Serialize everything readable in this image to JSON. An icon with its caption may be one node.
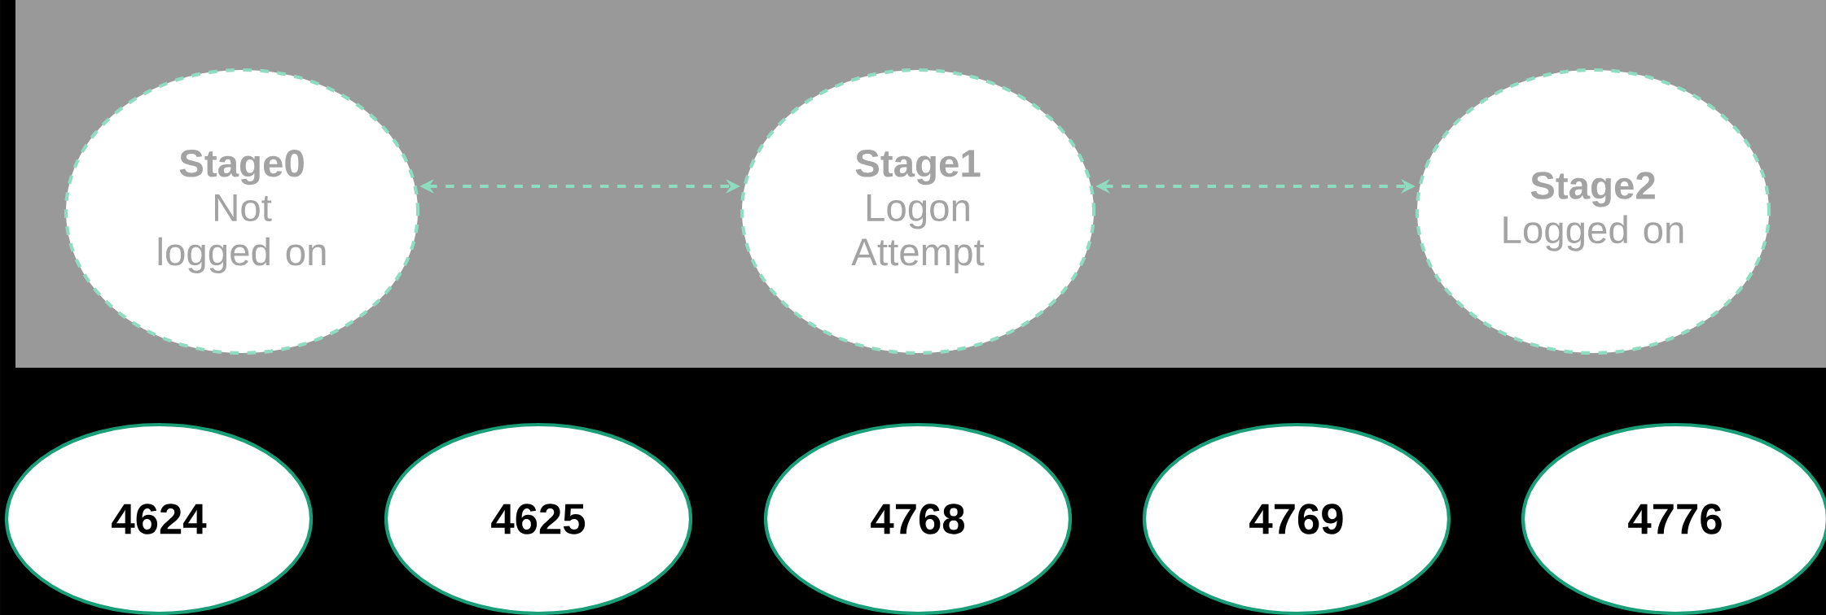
{
  "diagram": {
    "nodes": [
      {
        "text": [
          "Stage0",
          "Not logged on"
        ]
      },
      {
        "text": [
          "Stage1",
          "Logon Attempt"
        ]
      },
      {
        "text": [
          "Stage2",
          "Logged on"
        ]
      },
      {
        "text": [
          "4624"
        ]
      },
      {
        "text": [
          "4625"
        ]
      },
      {
        "text": [
          "4768"
        ]
      },
      {
        "text": [
          "4769"
        ]
      },
      {
        "text": [
          "4776"
        ]
      }
    ],
    "edges": [
      {
        "from": 0,
        "to": 1,
        "arrow": "both",
        "style": "dashed"
      },
      {
        "from": 1,
        "to": 2,
        "arrow": "both",
        "style": "dashed"
      }
    ]
  }
}
